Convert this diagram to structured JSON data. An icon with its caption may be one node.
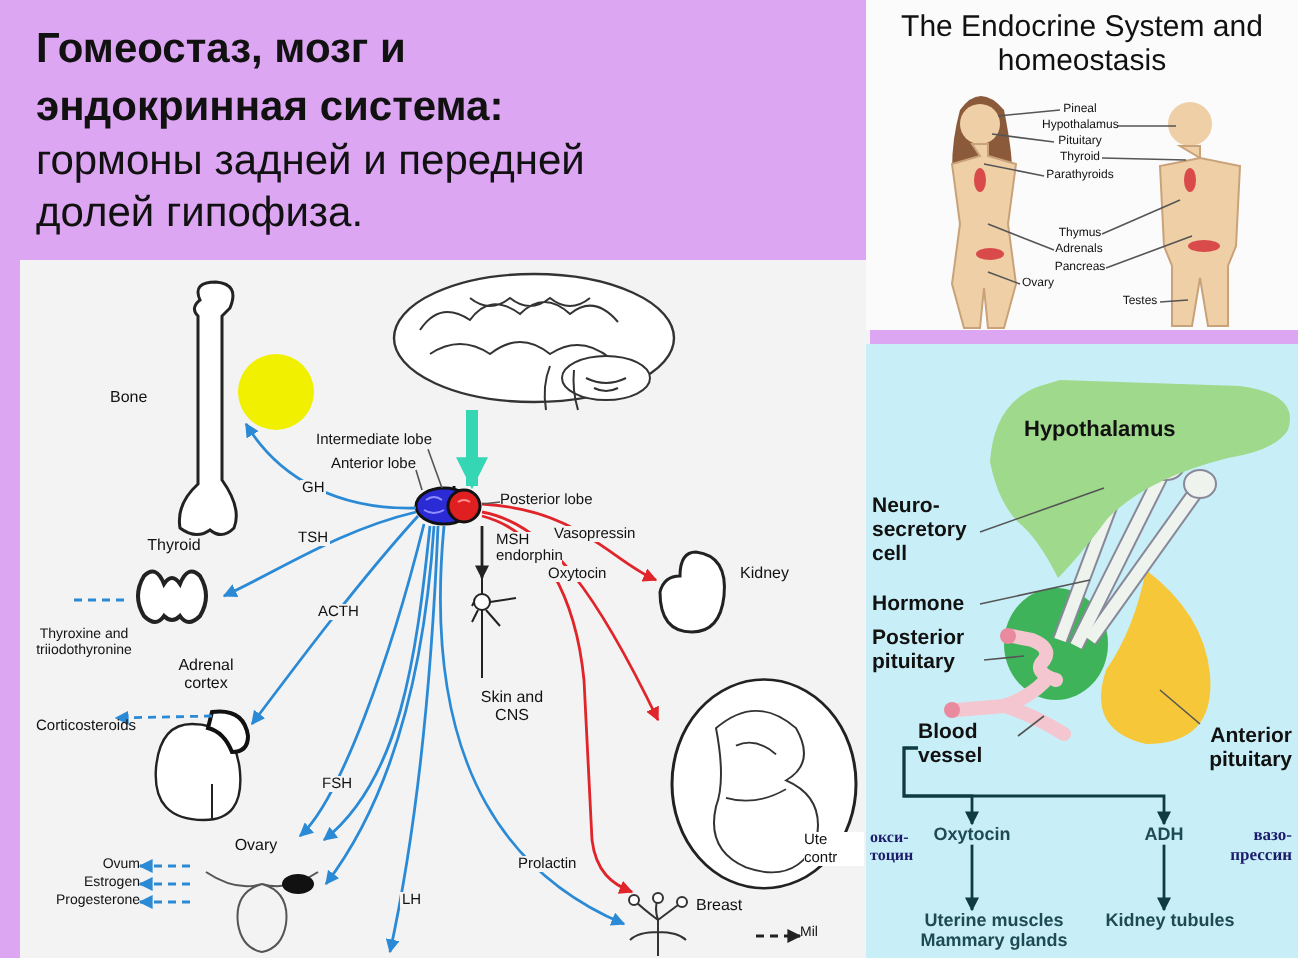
{
  "diagram": {
    "title": "Гомеостаз, мозг и эндокринная система:",
    "caption": "гормоны задней и передней долей гипофиза.",
    "nodes": [
      {
        "text": [],
        "shape": "picture"
      },
      {
        "text": [],
        "shape": "picture"
      },
      {
        "text": [
          "Intermediate lobe"
        ]
      },
      {
        "text": [
          "Anterior lobe"
        ]
      },
      {
        "text": [
          "Posterior lobe"
        ]
      },
      {
        "text": [
          "Bone"
        ]
      },
      {
        "text": [
          "Thyroid"
        ],
        "beside": [
          "Thyroxine and triiodothyronine"
        ]
      },
      {
        "text": [
          "Adrenal cortex"
        ]
      },
      {
        "text": [
          "Ovary"
        ]
      },
      {
        "text": [
          "Skin and CNS"
        ]
      },
      {
        "text": [
          "Kidney"
        ]
      },
      {
        "text": [
          "Ute contr"
        ]
      },
      {
        "text": [
          "Breast"
        ]
      },
      {
        "text": [
          "Hypothalamus"
        ]
      },
      {
        "text": [
          "Neuro- secretory cell"
        ]
      },
      {
        "text": [
          "Hormone"
        ]
      },
      {
        "text": [
          "Posterior pituitary"
        ]
      },
      {
        "text": [
          "Blood vessel"
        ]
      },
      {
        "text": [
          "Anterior pituitary"
        ]
      },
      {
        "text": [
          "Oxytocin"
        ]
      },
      {
        "text": [
          "ADH"
        ]
      },
      {
        "text": [
          "Uterine muscles Mammary glands"
        ]
      },
      {
        "text": [
          "Kidney tubules"
        ]
      },
      {
        "text": [
          "Pineal"
        ]
      },
      {
        "text": [
          "Hypothalamus"
        ]
      },
      {
        "text": [
          "Pituitary"
        ]
      },
      {
        "text": [
          "Thyroid"
        ]
      },
      {
        "text": [
          "Parathyroids"
        ]
      },
      {
        "text": [
          "Thymus"
        ]
      },
      {
        "text": [
          "Adrenals"
        ]
      },
      {
        "text": [
          "Pancreas"
        ]
      },
      {
        "text": [
          "Ovary"
        ]
      },
      {
        "text": [
          "Testes"
        ]
      },
      {
        "text": [
          "Corticosteroids"
        ]
      },
      {
        "text": [
          "Ovum"
        ]
      },
      {
        "text": [
          "Estrogen"
        ]
      },
      {
        "text": [
          "Progesterone"
        ]
      },
      {
        "text": [
          "Mil"
        ]
      }
    ],
    "edges": [
      {
        "from": 0,
        "to": 1,
        "arrow": "to",
        "style": "thick",
        "color": "#35d6b4"
      },
      {
        "from": 1,
        "to": 5,
        "arrow": "to",
        "label": "GH",
        "color": "#2b8ad6"
      },
      {
        "from": 1,
        "to": 6,
        "arrow": "to",
        "label": "TSH",
        "color": "#2b8ad6"
      },
      {
        "from": 1,
        "to": 7,
        "arrow": "to",
        "label": "ACTH",
        "color": "#2b8ad6"
      },
      {
        "from": 1,
        "to": 8,
        "arrow": "to",
        "label": "FSH",
        "color": "#2b8ad6"
      },
      {
        "from": 1,
        "to": 8,
        "arrow": "to",
        "color": "#2b8ad6"
      },
      {
        "from": 1,
        "to": 8,
        "arrow": "to",
        "color": "#2b8ad6"
      },
      {
        "from": 1,
        "to": null,
        "arrow": "to",
        "label": "LH",
        "color": "#2b8ad6"
      },
      {
        "from": 1,
        "to": 12,
        "arrow": "to",
        "label": "Prolactin",
        "color": "#2b8ad6"
      },
      {
        "from": 1,
        "to": 9,
        "arrow": "to",
        "label": "MSH endorphin",
        "color": "#222222"
      },
      {
        "from": 1,
        "to": 10,
        "arrow": "to",
        "label": "Vasopressin",
        "color": "#e0242a"
      },
      {
        "from": 1,
        "to": 11,
        "arrow": "to",
        "label": "Oxytocin",
        "color": "#e0242a"
      },
      {
        "from": 1,
        "to": 12,
        "arrow": "to",
        "color": "#e0242a"
      },
      {
        "from": 6,
        "to": null,
        "arrow": "none",
        "style": "dashed",
        "color": "#2b8ad6"
      },
      {
        "from": 7,
        "to": 33,
        "arrow": "to",
        "style": "dashed",
        "color": "#2b8ad6"
      },
      {
        "from": 8,
        "to": 34,
        "arrow": "to",
        "style": "dashed",
        "color": "#2b8ad6"
      },
      {
        "from": 8,
        "to": 35,
        "arrow": "to",
        "style": "dashed",
        "color": "#2b8ad6"
      },
      {
        "from": 8,
        "to": 36,
        "arrow": "to",
        "style": "dashed",
        "color": "#2b8ad6"
      },
      {
        "from": 12,
        "to": 37,
        "arrow": "to",
        "style": "dashed",
        "color": "#222222"
      },
      {
        "from": 17,
        "to": 19,
        "arrow": "to",
        "color": "#0f3b44"
      },
      {
        "from": 17,
        "to": 20,
        "arrow": "to",
        "color": "#0f3b44"
      },
      {
        "from": 19,
        "to": 21,
        "arrow": "to",
        "color": "#0f3b44"
      },
      {
        "from": 20,
        "to": 22,
        "arrow": "to",
        "color": "#0f3b44"
      },
      {
        "from": 2,
        "to": 1,
        "arrow": "none"
      },
      {
        "from": 3,
        "to": 1,
        "arrow": "none"
      },
      {
        "from": 4,
        "to": 1,
        "arrow": "none"
      },
      {
        "from": 14,
        "to": 13,
        "arrow": "none"
      },
      {
        "from": 15,
        "to": null,
        "arrow": "none"
      },
      {
        "from": 16,
        "to": null,
        "arrow": "none"
      },
      {
        "from": 17,
        "to": null,
        "arrow": "none"
      },
      {
        "from": 18,
        "to": null,
        "arrow": "none"
      },
      {
        "from": 23,
        "to": null,
        "arrow": "none"
      },
      {
        "from": 24,
        "to": null,
        "arrow": "none"
      },
      {
        "from": 25,
        "to": null,
        "arrow": "none"
      },
      {
        "from": 26,
        "to": null,
        "arrow": "none"
      },
      {
        "from": 27,
        "to": null,
        "arrow": "none"
      },
      {
        "from": 28,
        "to": null,
        "arrow": "none"
      },
      {
        "from": 29,
        "to": null,
        "arrow": "none"
      },
      {
        "from": 30,
        "to": null,
        "arrow": "none"
      },
      {
        "from": 31,
        "to": null,
        "arrow": "none"
      },
      {
        "from": 32,
        "to": null,
        "arrow": "none"
      }
    ],
    "labels": [
      "The Endocrine System and homeostasis",
      "окси- тоцин",
      "вазо- прессин"
    ]
  }
}
